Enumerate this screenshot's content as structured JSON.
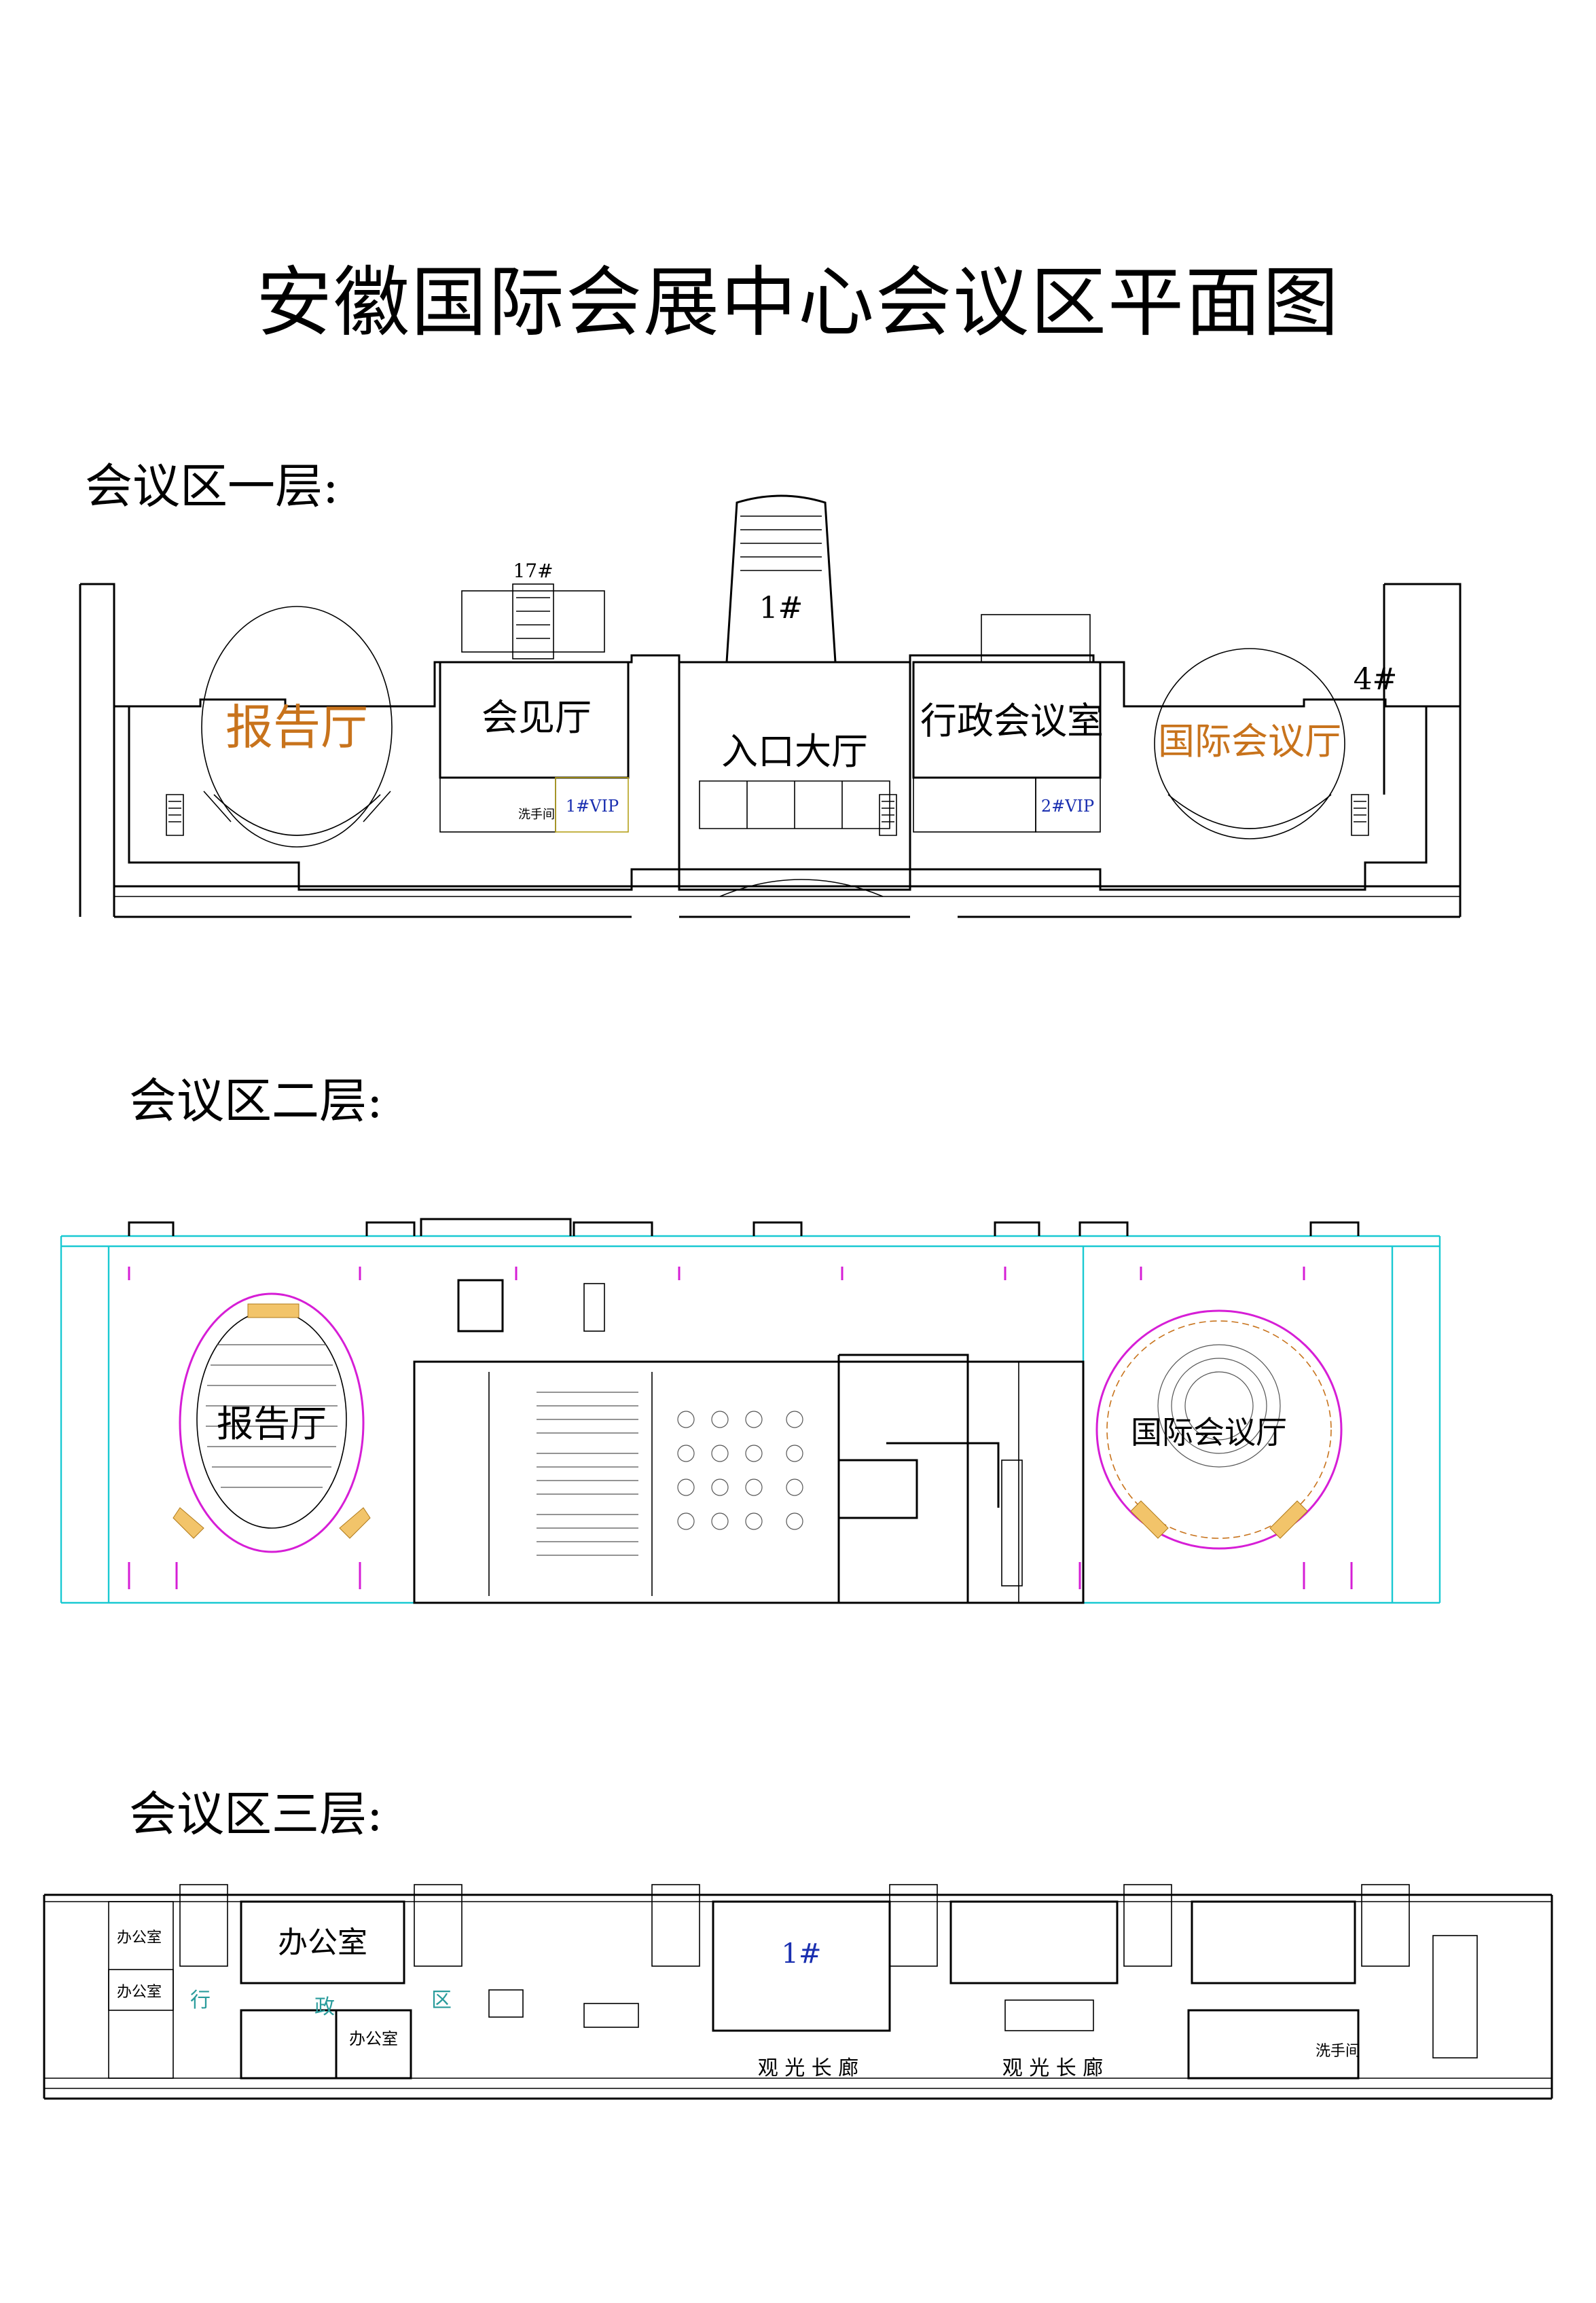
{
  "title": "安徽国际会展中心会议区平面图",
  "floors": [
    {
      "heading": "会议区一层:",
      "rooms": {
        "report_hall": "报告厅",
        "reception_hall": "会见厅",
        "entrance_hall": "入口大厅",
        "admin_meeting": "行政会议室",
        "intl_hall": "国际会议厅",
        "vip1": "1#VIP",
        "vip2": "2#VIP",
        "washroom": "洗手间",
        "stair_17": "17#",
        "stair_1": "1#",
        "stair_4": "4#"
      }
    },
    {
      "heading": "会议区二层:",
      "rooms": {
        "report_hall": "报告厅",
        "intl_hall": "国际会议厅"
      }
    },
    {
      "heading": "会议区三层:",
      "rooms": {
        "office_large": "办公室",
        "office_small": "办公室",
        "office_left_a": "办公室",
        "office_left_b": "办公室",
        "admin_zone_1": "行",
        "admin_zone_2": "政",
        "admin_zone_3": "区",
        "stair_1": "1#",
        "gallery_1": "观 光 长 廊",
        "gallery_2": "观 光 长 廊",
        "washroom": "洗手间"
      }
    }
  ],
  "colors": {
    "accent_orange": "#c8731c",
    "vip_blue": "#1a2fb0",
    "cad_cyan": "#19c9d2",
    "cad_magenta": "#d61ed6",
    "cad_green": "#1fa63a",
    "admin_teal": "#2a9c9c"
  }
}
